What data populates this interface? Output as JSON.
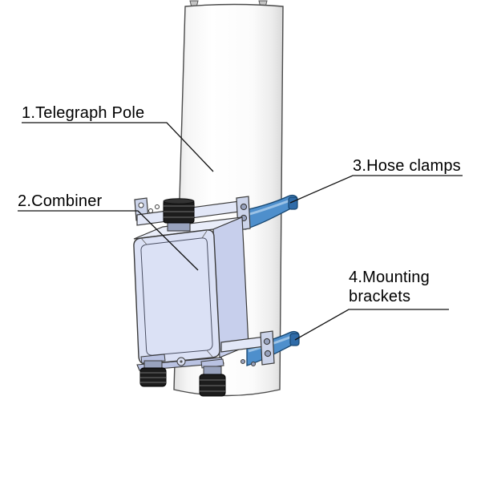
{
  "callouts": [
    {
      "id": "telegraph-pole",
      "text": "1.Telegraph Pole"
    },
    {
      "id": "combiner",
      "text": "2.Combiner"
    },
    {
      "id": "hose-clamps",
      "text": "3.Hose clamps"
    },
    {
      "id": "mounting-brackets",
      "text": "4.Mounting brackets"
    }
  ],
  "colors": {
    "outline": "#3a3a3a",
    "pole_edge": "#4a4a4a",
    "box_front": "#dbe1f5",
    "box_top": "#e9edf9",
    "box_side": "#c7cfec",
    "box_edge": "#b9c2e2",
    "bracket_fill": "#e2e7f7",
    "bracket_tab": "#ccd4ea",
    "clamp_blue": "#4e8fcc",
    "clamp_dark": "#2f6ba8",
    "clamp_highlight": "#a9cbea",
    "connector_dark": "#1c1c1c",
    "metal_gray": "#98a2bd"
  }
}
